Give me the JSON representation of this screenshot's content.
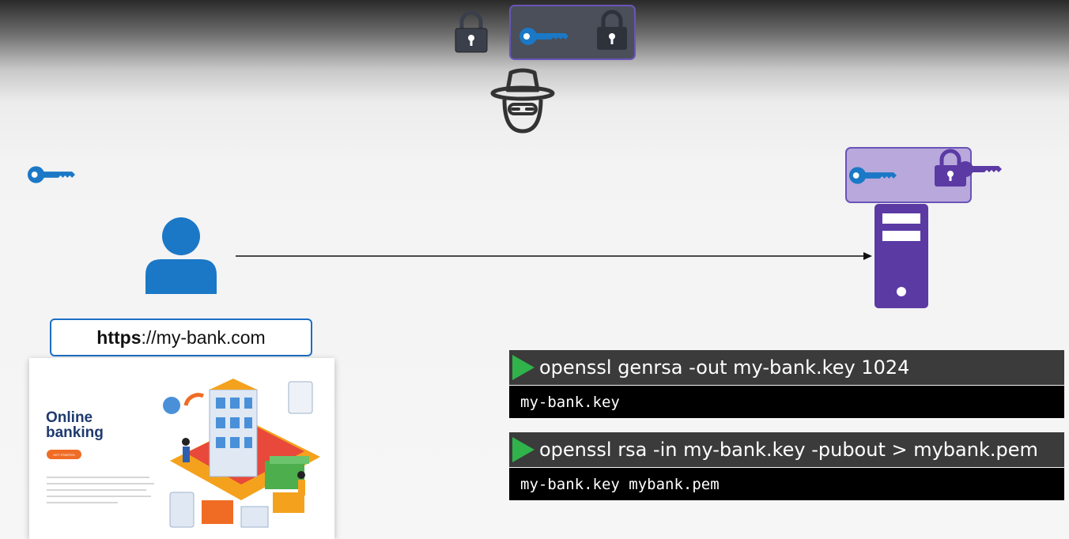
{
  "url": {
    "scheme": "https",
    "rest": "://my-bank.com"
  },
  "bank_page": {
    "title": "Online banking",
    "button_label": "GET STARTED"
  },
  "terminal": [
    {
      "command": "openssl genrsa -out my-bank.key 1024",
      "output": "my-bank.key"
    },
    {
      "command": "openssl rsa -in my-bank.key -pubout > mybank.pem",
      "output": "my-bank.key mybank.pem"
    }
  ],
  "colors": {
    "key_blue": "#1b78c6",
    "server_purple": "#5b3aa4",
    "lock_dark": "#3a3f4b",
    "terminal_green": "#2fb34a"
  },
  "icons": [
    "lock-icon",
    "key-icon",
    "hacker-icon",
    "user-icon",
    "server-icon"
  ]
}
